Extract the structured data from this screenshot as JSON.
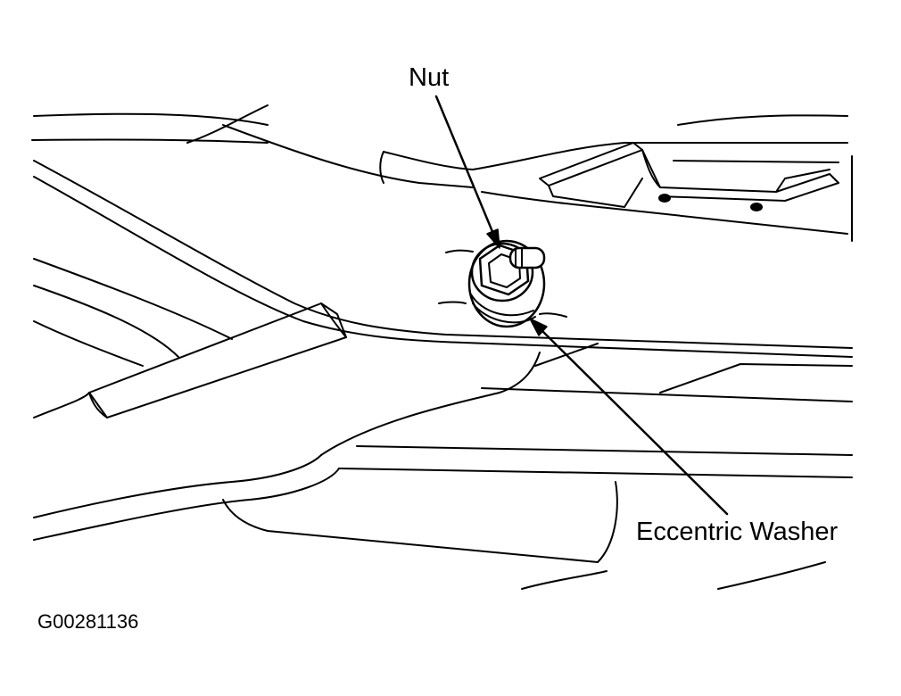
{
  "labels": {
    "nut": "Nut",
    "eccentric_washer": "Eccentric Washer"
  },
  "figure_id": "G00281136",
  "colors": {
    "ink": "#000000",
    "paper": "#ffffff"
  }
}
